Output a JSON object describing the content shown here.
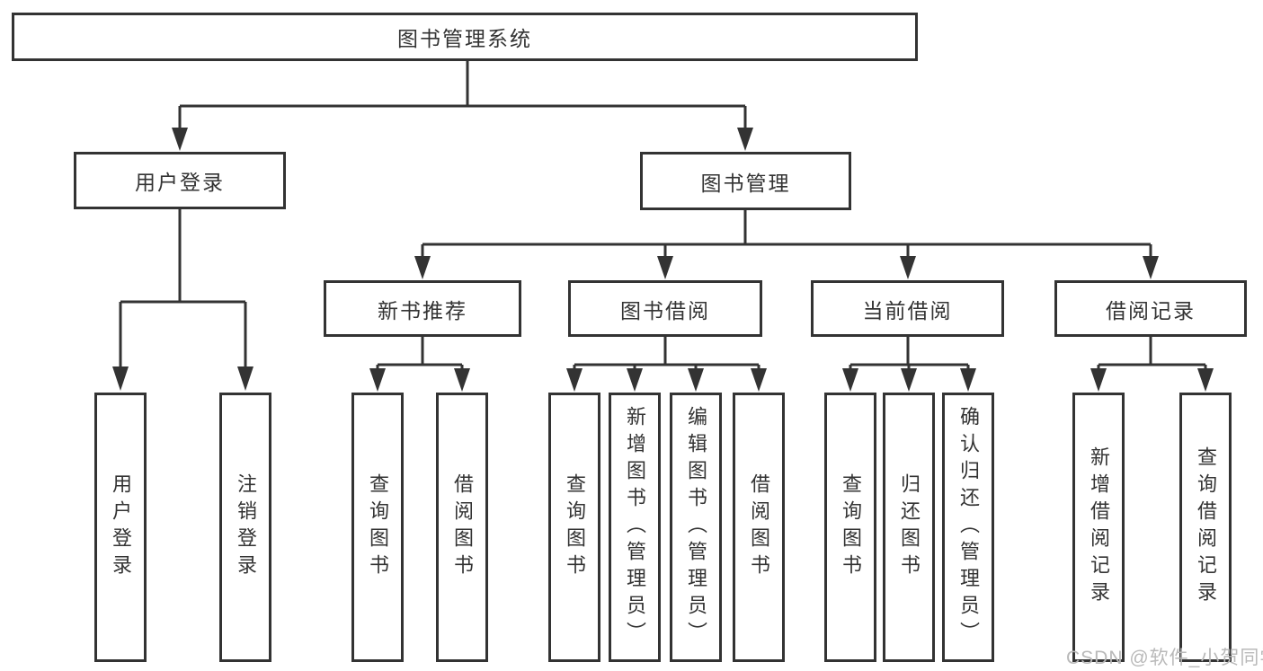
{
  "colors": {
    "line": "#333333",
    "box_border": "#333333",
    "text": "#333333",
    "watermark": "#b9b9b9",
    "background": "#ffffff"
  },
  "tree": {
    "root": {
      "label": "图书管理系统"
    },
    "branches": [
      {
        "label": "用户登录",
        "children": [
          {
            "label": "用户登录"
          },
          {
            "label": "注销登录"
          }
        ]
      },
      {
        "label": "图书管理",
        "groups": [
          {
            "label": "新书推荐",
            "children": [
              {
                "label": "查询图书"
              },
              {
                "label": "借阅图书"
              }
            ]
          },
          {
            "label": "图书借阅",
            "children": [
              {
                "label": "查询图书"
              },
              {
                "label": "新增图书（管理员）"
              },
              {
                "label": "编辑图书（管理员）"
              },
              {
                "label": "借阅图书"
              }
            ]
          },
          {
            "label": "当前借阅",
            "children": [
              {
                "label": "查询图书"
              },
              {
                "label": "归还图书"
              },
              {
                "label": "确认归还（管理员）"
              }
            ]
          },
          {
            "label": "借阅记录",
            "children": [
              {
                "label": "新增借阅记录"
              },
              {
                "label": "查询借阅记录"
              }
            ]
          }
        ]
      }
    ]
  },
  "watermark": {
    "text": "CSDN @软件_小贺同学"
  }
}
